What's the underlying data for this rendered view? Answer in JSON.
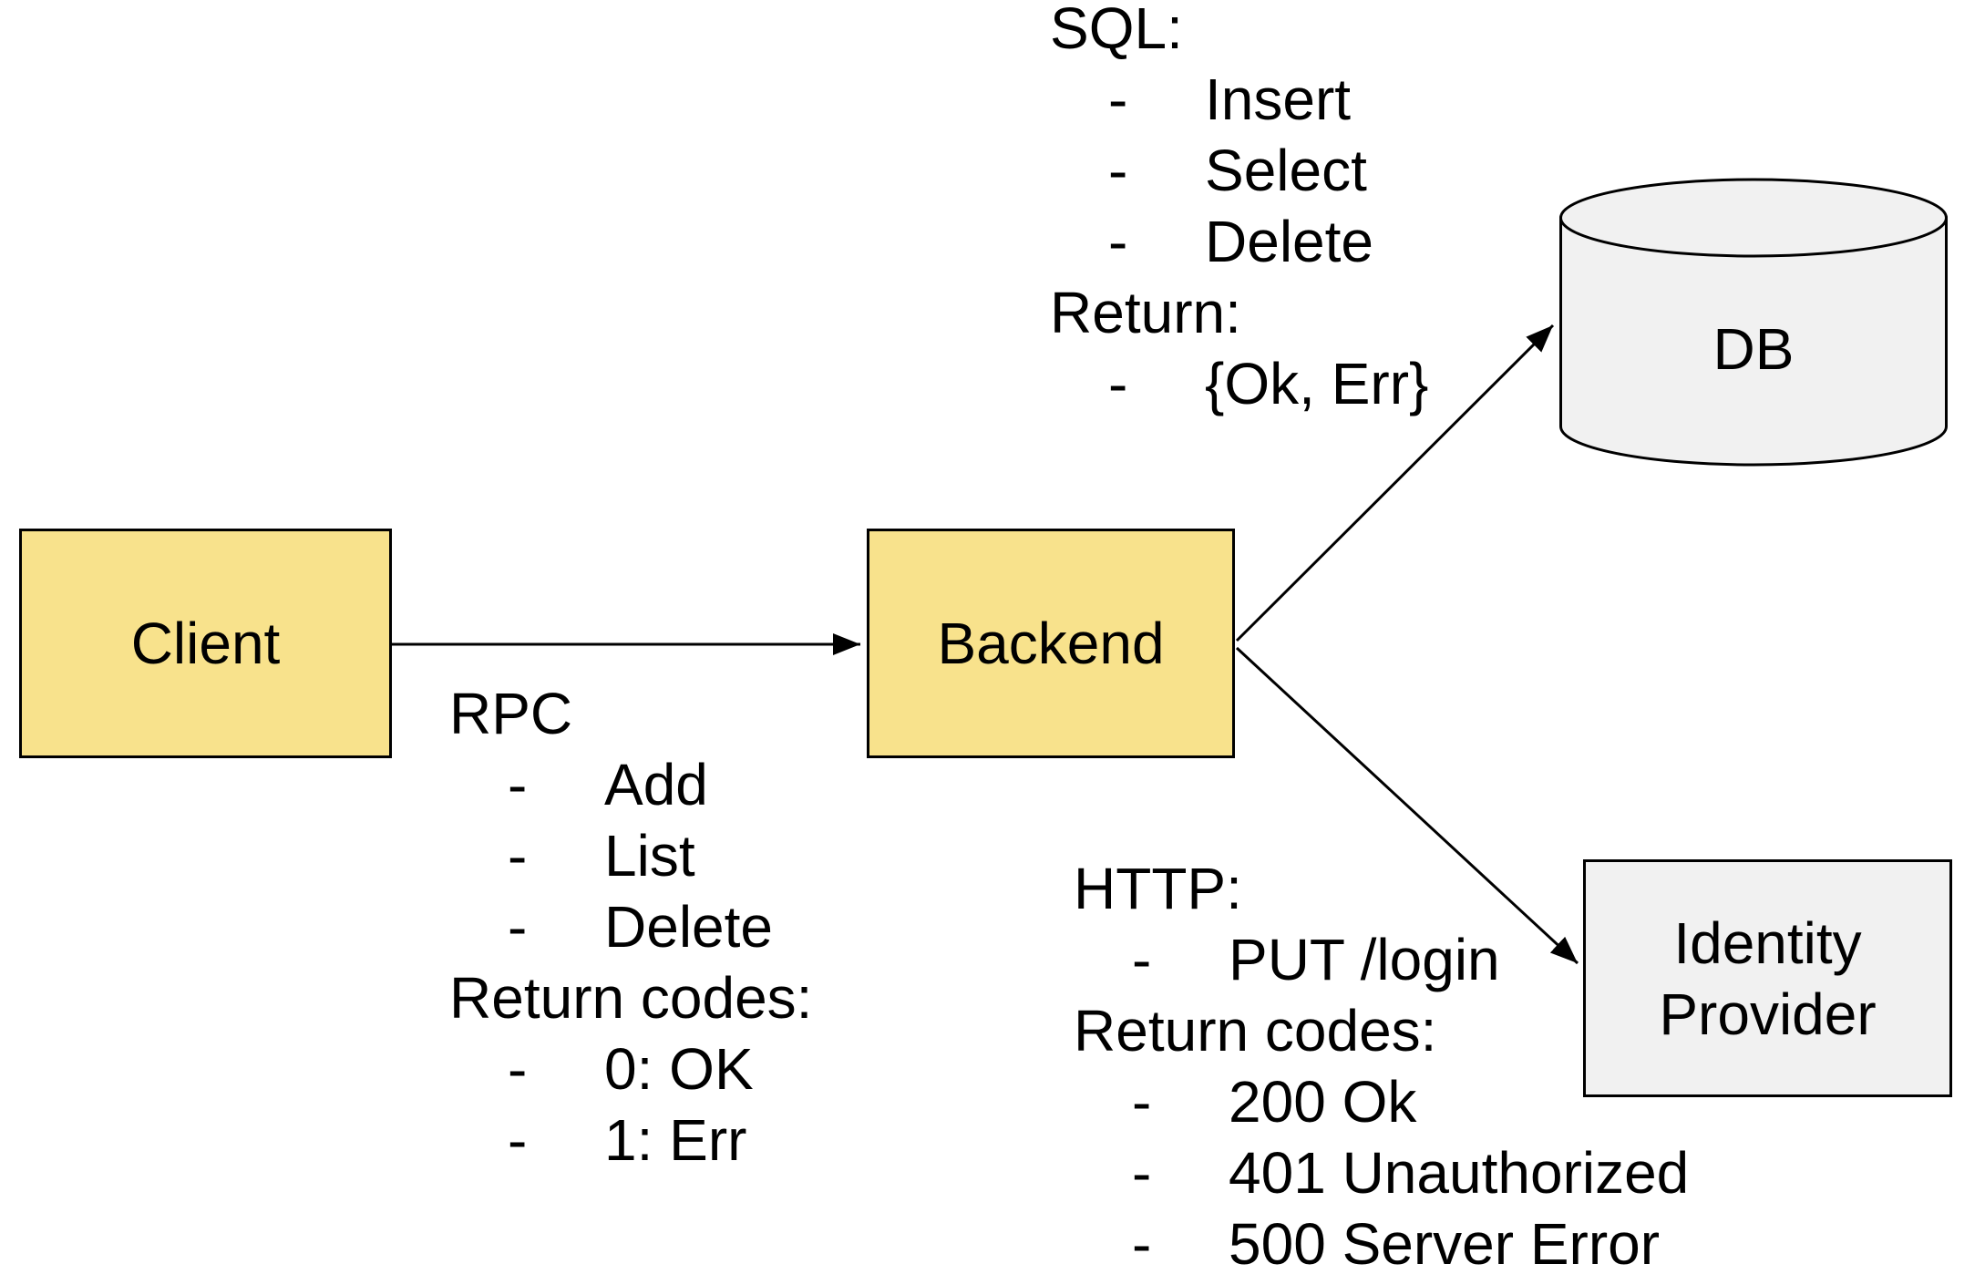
{
  "ui": {
    "bullet": "-",
    "background_color": "#ffffff",
    "line_color": "#000000",
    "service_fill": "#F8E28C",
    "service_border": "#000000",
    "store_fill": "#F1F1F1",
    "store_border": "#000000"
  },
  "nodes": {
    "client": {
      "label": "Client"
    },
    "backend": {
      "label": "Backend"
    },
    "db": {
      "label": "DB"
    },
    "identity_provider": {
      "label_line1": "Identity",
      "label_line2": "Provider"
    }
  },
  "annotations": {
    "rpc": {
      "title": "RPC",
      "calls": [
        "Add",
        "List",
        "Delete"
      ],
      "return_title": "Return codes:",
      "returns": [
        "0: OK",
        "1: Err"
      ]
    },
    "sql": {
      "title": "SQL:",
      "calls": [
        "Insert",
        "Select",
        "Delete"
      ],
      "return_title": "Return:",
      "returns": [
        "{Ok, Err}"
      ]
    },
    "http": {
      "title": "HTTP:",
      "calls": [
        "PUT /login"
      ],
      "return_title": "Return codes:",
      "returns": [
        "200 Ok",
        "401 Unauthorized",
        "500 Server Error"
      ]
    }
  }
}
